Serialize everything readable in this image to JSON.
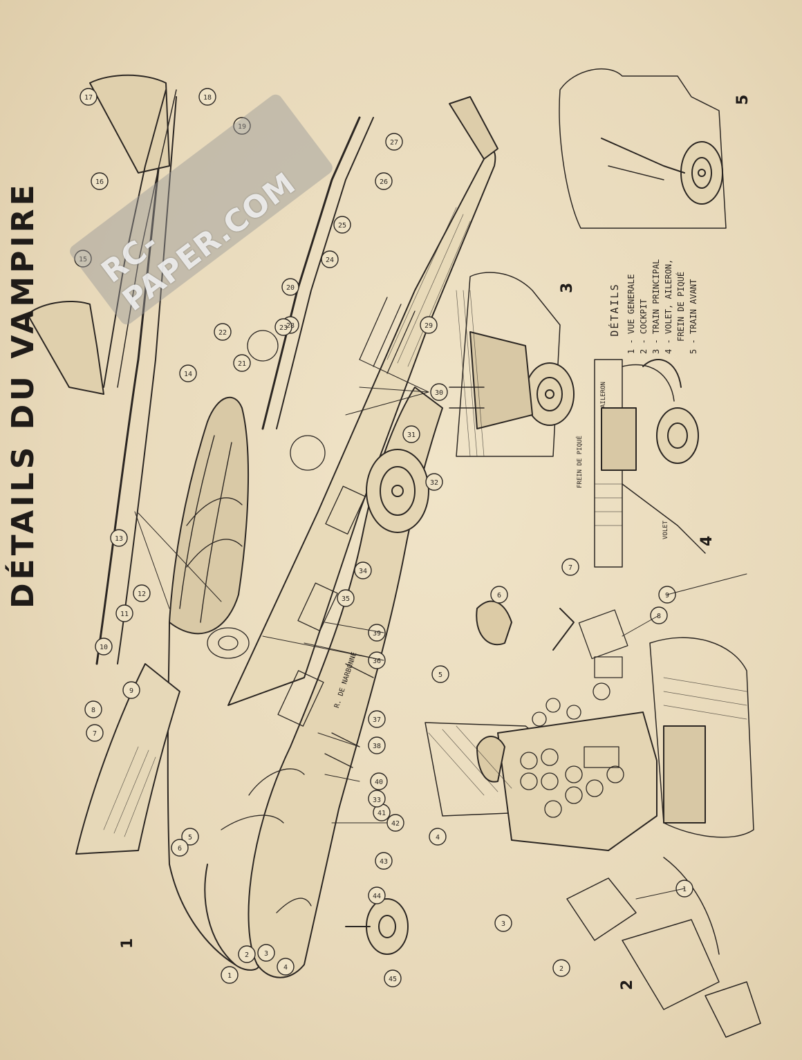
{
  "title": "DÉTAILS DU VAMPIRE",
  "figure_numbers": {
    "f1": "1",
    "f2": "2",
    "f3": "3",
    "f4": "4",
    "f5": "5"
  },
  "legend": {
    "heading": "DÉTAILS",
    "items": [
      "1 - VUE GENERALE",
      "2 - COCKPIT",
      "3 - TRAIN PRINCIPAL",
      "4 - VOLET, AILERON,",
      "FREIN DE PIQUÉ",
      "5 - TRAIN AVANT"
    ]
  },
  "detail_labels": {
    "aileron": "AILERON",
    "frein": "FREIN DE PIQUÉ",
    "volet": "VOLET"
  },
  "signature": "R. DE NARBONNE",
  "watermark": "RC-PAPER.COM",
  "callouts": {
    "c1": "1",
    "c2": "2",
    "c3": "3",
    "c4": "4",
    "c5": "5",
    "c6": "6",
    "c7": "7",
    "c8": "8",
    "c9": "9",
    "c10": "10",
    "c11": "11",
    "c12": "12",
    "c13": "13",
    "c14": "14",
    "c15": "15",
    "c16": "16",
    "c17": "17",
    "c18": "18",
    "c19": "19",
    "c20": "20",
    "c21": "21",
    "c22": "22",
    "c23": "23",
    "c24": "24",
    "c25": "25",
    "c26": "26",
    "c27": "27",
    "c28": "28",
    "c29": "29",
    "c30": "30",
    "c31": "31",
    "c32": "32",
    "c33": "33",
    "c34": "34",
    "c35": "35",
    "c36": "36",
    "c37": "37",
    "c38": "38",
    "c39": "39",
    "c40": "40",
    "c41": "41",
    "c42": "42",
    "c43": "43",
    "c44": "44",
    "c45": "45",
    "k1": "1",
    "k2": "2",
    "k3": "3",
    "k4": "4",
    "k5": "5",
    "k6": "6",
    "k7": "7",
    "k8": "8",
    "k9": "9"
  }
}
